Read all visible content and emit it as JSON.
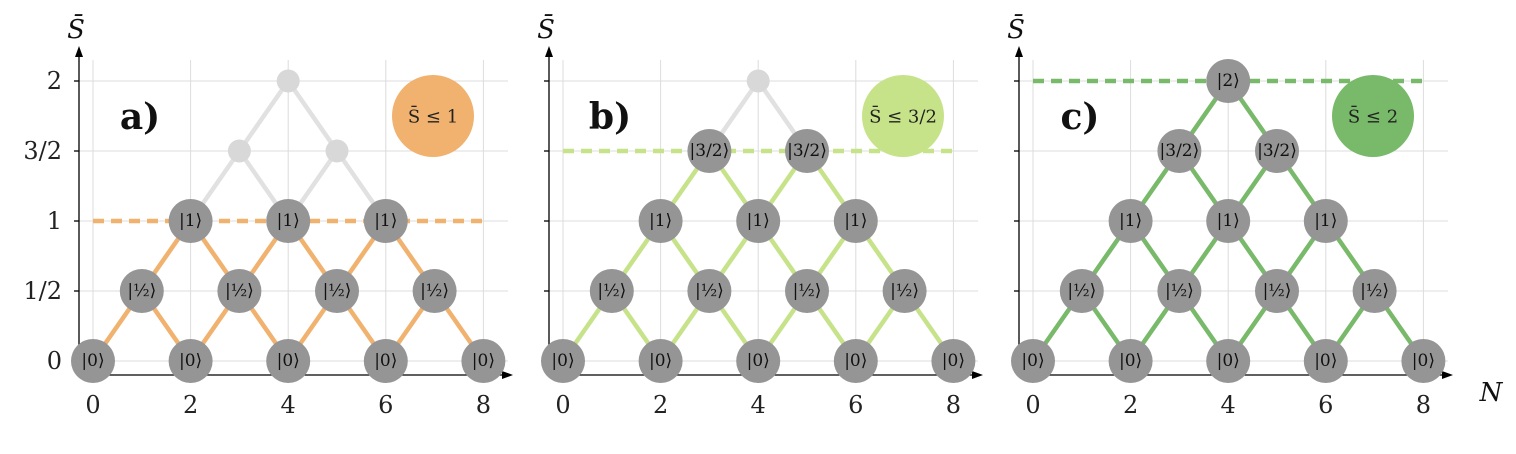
{
  "colors": {
    "inactive_edge": "#e1e1e1",
    "inactive_node": "#d8d8d8",
    "node": "#959595",
    "grid": "#dcdcdc"
  },
  "y_axis_label": "S̄",
  "x_axis_label": "N",
  "y_tick_labels": [
    "0",
    "1/2",
    "1",
    "3/2",
    "2"
  ],
  "x_tick_labels": [
    "0",
    "2",
    "4",
    "6",
    "8"
  ],
  "panels": [
    {
      "label": "a)",
      "badge_text": "S̄ ≤ 1",
      "color": "#f0b26e",
      "limit": 1,
      "show_y_ticks": true,
      "show_x_label": false,
      "states": [
        {
          "n": 0,
          "s": 0,
          "label": "|0⟩"
        },
        {
          "n": 2,
          "s": 0,
          "label": "|0⟩"
        },
        {
          "n": 4,
          "s": 0,
          "label": "|0⟩"
        },
        {
          "n": 6,
          "s": 0,
          "label": "|0⟩"
        },
        {
          "n": 8,
          "s": 0,
          "label": "|0⟩"
        },
        {
          "n": 1,
          "s": 0.5,
          "label": "|½⟩"
        },
        {
          "n": 3,
          "s": 0.5,
          "label": "|½⟩"
        },
        {
          "n": 5,
          "s": 0.5,
          "label": "|½⟩"
        },
        {
          "n": 7,
          "s": 0.5,
          "label": "|½⟩"
        },
        {
          "n": 2,
          "s": 1,
          "label": "|1⟩"
        },
        {
          "n": 4,
          "s": 1,
          "label": "|1⟩"
        },
        {
          "n": 6,
          "s": 1,
          "label": "|1⟩"
        },
        {
          "n": 3,
          "s": 1.5,
          "label": ""
        },
        {
          "n": 5,
          "s": 1.5,
          "label": ""
        },
        {
          "n": 4,
          "s": 2,
          "label": ""
        }
      ]
    },
    {
      "label": "b)",
      "badge_text": "S̄ ≤ 3/2",
      "color": "#c6e38a",
      "limit": 1.5,
      "show_y_ticks": false,
      "show_x_label": false,
      "states": [
        {
          "n": 0,
          "s": 0,
          "label": "|0⟩"
        },
        {
          "n": 2,
          "s": 0,
          "label": "|0⟩"
        },
        {
          "n": 4,
          "s": 0,
          "label": "|0⟩"
        },
        {
          "n": 6,
          "s": 0,
          "label": "|0⟩"
        },
        {
          "n": 8,
          "s": 0,
          "label": "|0⟩"
        },
        {
          "n": 1,
          "s": 0.5,
          "label": "|½⟩"
        },
        {
          "n": 3,
          "s": 0.5,
          "label": "|½⟩"
        },
        {
          "n": 5,
          "s": 0.5,
          "label": "|½⟩"
        },
        {
          "n": 7,
          "s": 0.5,
          "label": "|½⟩"
        },
        {
          "n": 2,
          "s": 1,
          "label": "|1⟩"
        },
        {
          "n": 4,
          "s": 1,
          "label": "|1⟩"
        },
        {
          "n": 6,
          "s": 1,
          "label": "|1⟩"
        },
        {
          "n": 3,
          "s": 1.5,
          "label": "|3/2⟩"
        },
        {
          "n": 5,
          "s": 1.5,
          "label": "|3/2⟩"
        },
        {
          "n": 4,
          "s": 2,
          "label": ""
        }
      ]
    },
    {
      "label": "c)",
      "badge_text": "S̄ ≤ 2",
      "color": "#78b96a",
      "limit": 2,
      "show_y_ticks": false,
      "show_x_label": true,
      "states": [
        {
          "n": 0,
          "s": 0,
          "label": "|0⟩"
        },
        {
          "n": 2,
          "s": 0,
          "label": "|0⟩"
        },
        {
          "n": 4,
          "s": 0,
          "label": "|0⟩"
        },
        {
          "n": 6,
          "s": 0,
          "label": "|0⟩"
        },
        {
          "n": 8,
          "s": 0,
          "label": "|0⟩"
        },
        {
          "n": 1,
          "s": 0.5,
          "label": "|½⟩"
        },
        {
          "n": 3,
          "s": 0.5,
          "label": "|½⟩"
        },
        {
          "n": 5,
          "s": 0.5,
          "label": "|½⟩"
        },
        {
          "n": 7,
          "s": 0.5,
          "label": "|½⟩"
        },
        {
          "n": 2,
          "s": 1,
          "label": "|1⟩"
        },
        {
          "n": 4,
          "s": 1,
          "label": "|1⟩"
        },
        {
          "n": 6,
          "s": 1,
          "label": "|1⟩"
        },
        {
          "n": 3,
          "s": 1.5,
          "label": "|3/2⟩"
        },
        {
          "n": 5,
          "s": 1.5,
          "label": "|3/2⟩"
        },
        {
          "n": 4,
          "s": 2,
          "label": "|2⟩"
        }
      ]
    }
  ]
}
